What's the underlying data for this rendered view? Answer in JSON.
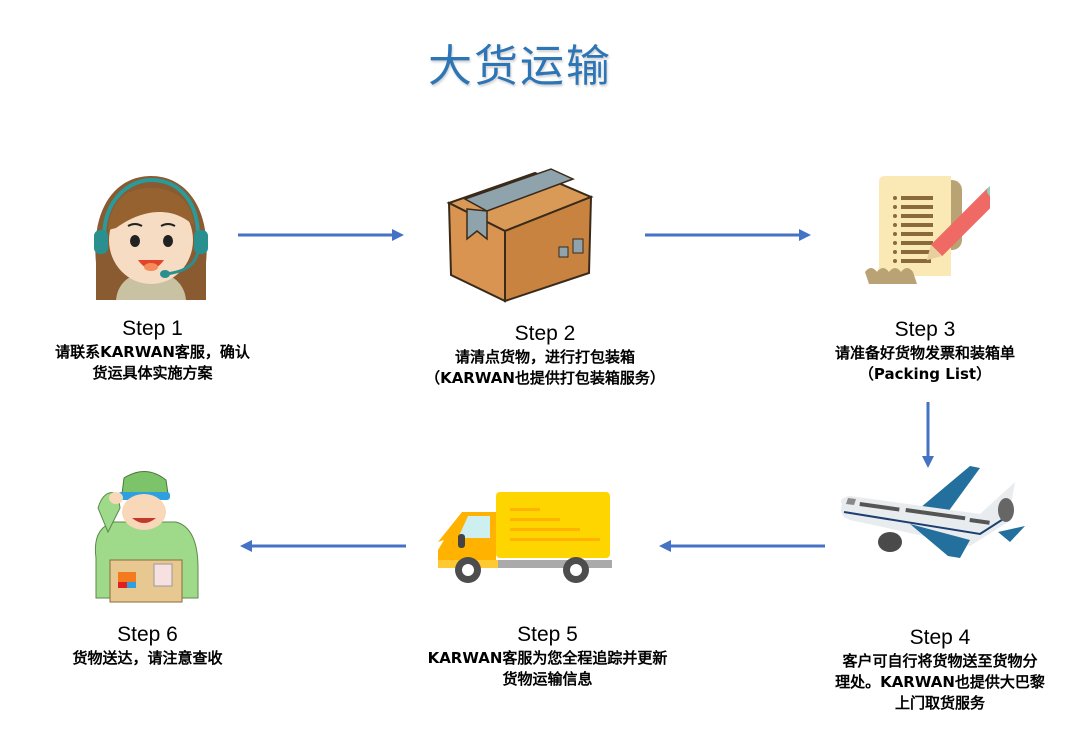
{
  "title": "大货运输",
  "colors": {
    "title": "#2e75b6",
    "arrow": "#4472c4"
  },
  "steps": [
    {
      "label": "Step 1",
      "lines": [
        "请联系KARWAN客服，确认",
        "货运具体实施方案"
      ],
      "icon": "customer-service-icon"
    },
    {
      "label": "Step 2",
      "lines": [
        "请清点货物，进行打包装箱",
        "（KARWAN也提供打包装箱服务）"
      ],
      "icon": "cardboard-box-icon"
    },
    {
      "label": "Step 3",
      "lines": [
        "请准备好货物发票和装箱单",
        "（Packing List）"
      ],
      "icon": "document-pencil-icon"
    },
    {
      "label": "Step 4",
      "lines": [
        "客户可自行将货物送至货物分",
        "理处。KARWAN也提供大巴黎",
        "上门取货服务"
      ],
      "icon": "airplane-icon"
    },
    {
      "label": "Step 5",
      "lines": [
        "KARWAN客服为您全程追踪并更新",
        "货物运输信息"
      ],
      "icon": "delivery-truck-icon"
    },
    {
      "label": "Step 6",
      "lines": [
        "货物送达，请注意查收"
      ],
      "icon": "delivery-man-icon"
    }
  ]
}
